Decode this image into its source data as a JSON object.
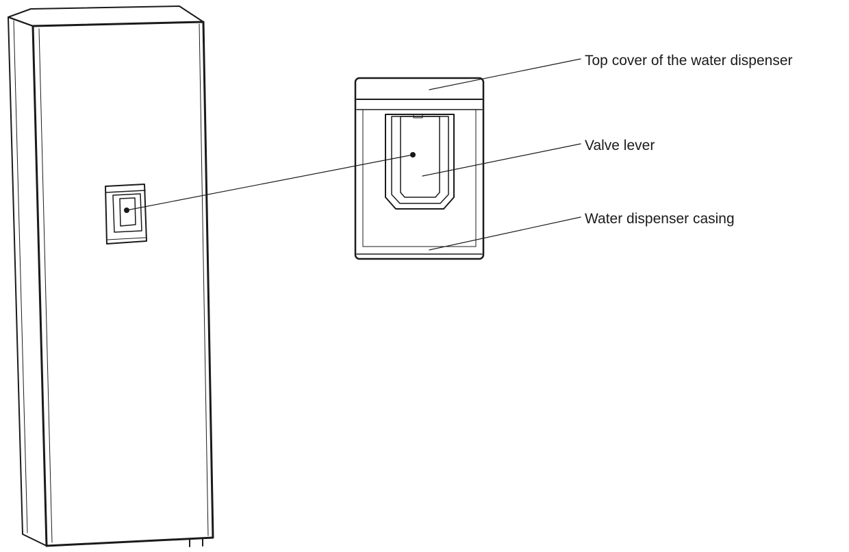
{
  "labels": {
    "top_cover": "Top cover of the water dispenser",
    "valve_lever": "Valve lever",
    "casing": "Water dispenser casing"
  },
  "colors": {
    "line": "#1a1a1a",
    "background": "#ffffff"
  }
}
